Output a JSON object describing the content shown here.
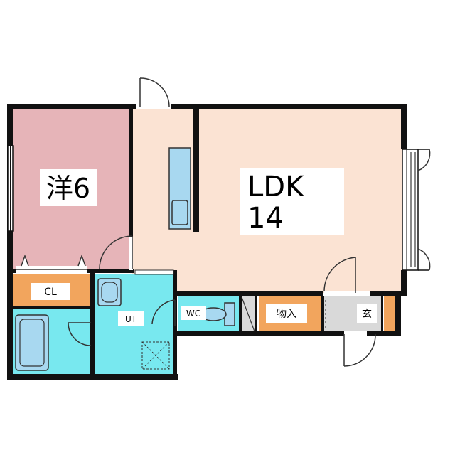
{
  "rooms": {
    "western": {
      "label": "洋6",
      "color": "#e6b4b8"
    },
    "ldk": {
      "label_line1": "LDK",
      "label_line2": "14",
      "color": "#fbe3d3"
    },
    "closet": {
      "label": "CL",
      "color": "#f2a55d"
    },
    "utility": {
      "label": "UT",
      "color": "#78e8ef"
    },
    "toilet": {
      "label": "WC",
      "color": "#78e8ef"
    },
    "storage": {
      "label": "物入",
      "color": "#f2a55d"
    },
    "entrance": {
      "label": "玄",
      "color": "#d9d9d9"
    },
    "bath": {
      "color": "#78e8ef"
    }
  },
  "colors": {
    "wall": "#111111",
    "fixture_blue": "#a8d8f0",
    "door": "#333333"
  }
}
